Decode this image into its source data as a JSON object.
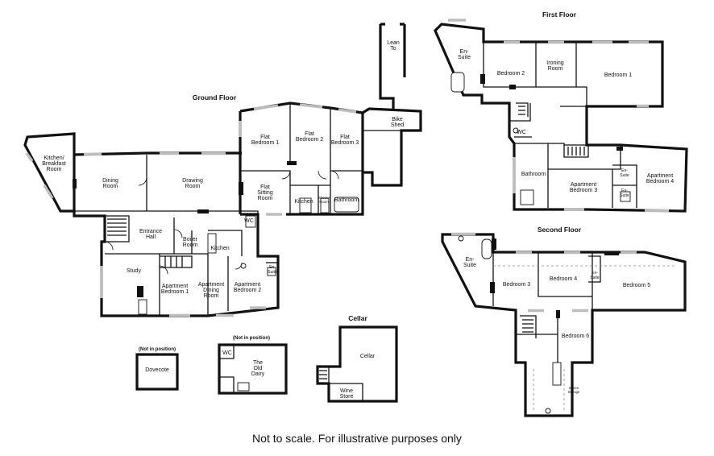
{
  "floors": {
    "ground": "Ground Floor",
    "first": "First Floor",
    "second": "Second Floor",
    "cellar": "Cellar"
  },
  "rooms": {
    "kitchen_breakfast": [
      "Kitchen/",
      "Breakfast",
      "Room"
    ],
    "dining": [
      "Dining",
      "Room"
    ],
    "drawing": [
      "Drawing",
      "Room"
    ],
    "entrance_hall": [
      "Entrance",
      "Hall"
    ],
    "study": "Study",
    "boiler": [
      "Boiler",
      "Room"
    ],
    "kitchen": "Kitchen",
    "apt_bed1": [
      "Apartment",
      "Bedroom 1"
    ],
    "apt_dining": [
      "Apartment",
      "Dining",
      "Room"
    ],
    "apt_bed2": [
      "Apartment",
      "Bedroom 2"
    ],
    "en_suite": [
      "En-",
      "Suite"
    ],
    "wc": "WC",
    "flat_bed1": [
      "Flat",
      "Bedroom 1"
    ],
    "flat_bed2": [
      "Flat",
      "Bedroom 2"
    ],
    "flat_bed3": [
      "Flat",
      "Bedroom 3"
    ],
    "flat_sitting": [
      "Flat",
      "Sitting",
      "Room"
    ],
    "flat_kitchen": "Kitchen",
    "shower_room": [
      "Shower",
      "Room"
    ],
    "bathroom": "Bathroom",
    "bike_shed": [
      "Bike",
      "Shed"
    ],
    "lean_to": [
      "Lean",
      "To"
    ],
    "dovecote": "Dovecote",
    "old_dairy": [
      "The",
      "Old",
      "Dairy"
    ],
    "cellar": "Cellar",
    "wine_store": [
      "Wine",
      "Store"
    ],
    "ff_en_suite": [
      "En-",
      "Suite"
    ],
    "ff_bed2": "Bedroom 2",
    "ironing": [
      "Ironing",
      "Room"
    ],
    "ff_bed1": "Bedroom 1",
    "ff_wc": "WC",
    "ff_bathroom": "Bathroom",
    "ff_apt_bed3": [
      "Apartment",
      "Bedroom 3"
    ],
    "ff_apt_bed4": [
      "Apartment",
      "Bedroom 4"
    ],
    "ff_ensuite_a": [
      "En-",
      "Suite"
    ],
    "ff_ensuite_b": [
      "En-",
      "Suite"
    ],
    "sf_en_suite": [
      "En-",
      "Suite"
    ],
    "sf_bed3": "Bedroom 3",
    "sf_bed4": "Bedroom 4",
    "sf_ensuite_small": [
      "En-",
      "Suite"
    ],
    "sf_bed5": "Bedroom 5",
    "sf_bed6": "Bedroom 6",
    "eaves": [
      "Eaves",
      "Storage"
    ]
  },
  "not_in_position": "(Not in position)",
  "disclaimer": "Not to scale. For illustrative purposes only"
}
